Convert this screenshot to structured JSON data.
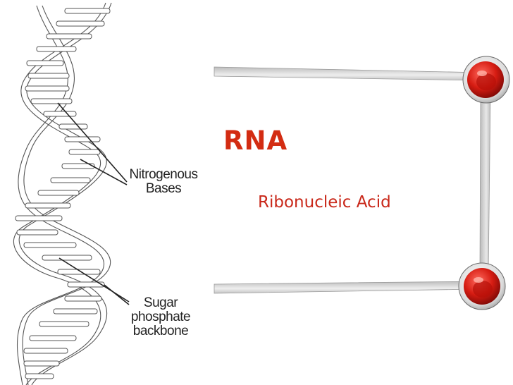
{
  "slide": {
    "title": "RNA",
    "subtitle": "Ribonucleic Acid",
    "title_color": "#d32c12",
    "subtitle_color": "#c9281a"
  },
  "diagram": {
    "labels": {
      "bases": [
        "Nitrogenous",
        "Bases"
      ],
      "backbone": [
        "Sugar",
        "phosphate",
        "backbone"
      ]
    },
    "decoration": {
      "knob_color": "#cc1111"
    }
  }
}
